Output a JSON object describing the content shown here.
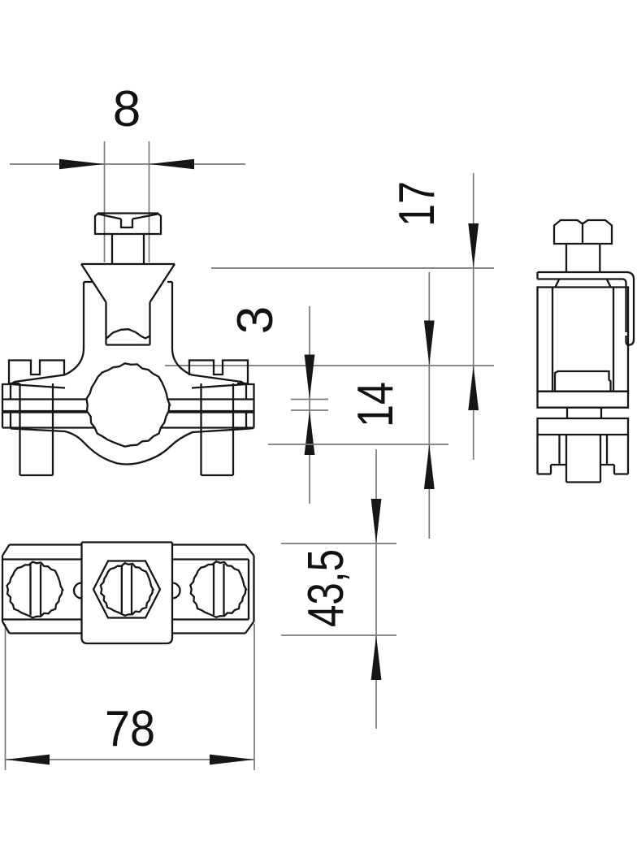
{
  "drawing": {
    "type": "technical-dimension-drawing",
    "colors": {
      "part_line": "#161616",
      "dim_line": "#7a7a7a",
      "label_ink": "#111111",
      "paper": "#ffffff"
    },
    "dimensions": {
      "screw_hole_width": {
        "label": "8"
      },
      "upper_section_height": {
        "label": "17"
      },
      "bar_thickness": {
        "label": "3"
      },
      "lower_section_height": {
        "label": "14"
      },
      "body_depth": {
        "label": "43,5"
      },
      "overall_width": {
        "label": "78"
      }
    }
  }
}
